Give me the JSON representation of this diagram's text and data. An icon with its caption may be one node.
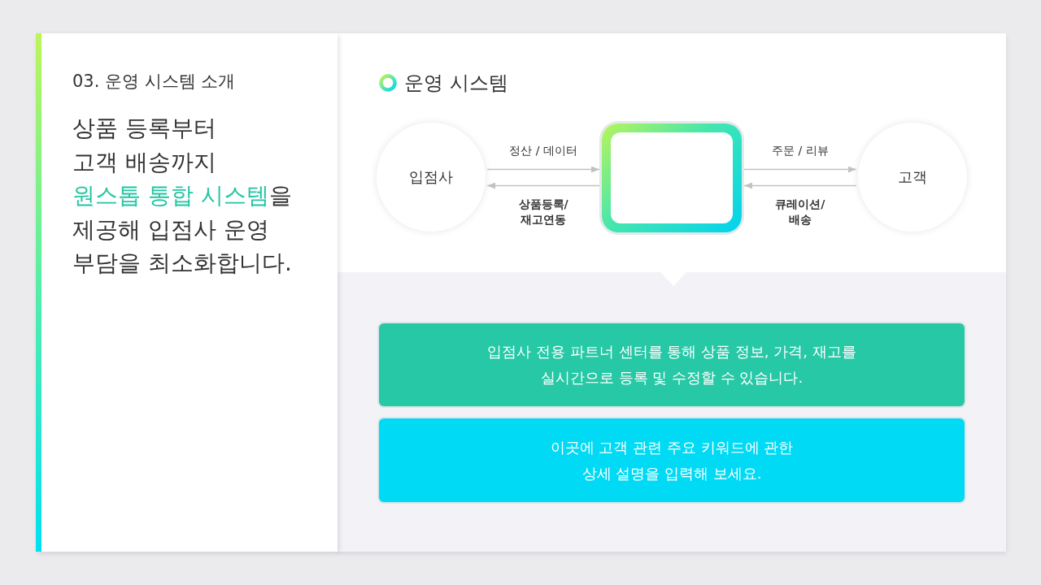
{
  "diagram": {
    "title": "운영 시스템",
    "nodes": [
      {
        "text": [
          "입점사"
        ]
      },
      {
        "text": [],
        "shape": "box"
      },
      {
        "text": [
          "고객"
        ]
      },
      {
        "text": [
          "입점사 전용 파트너 센터를 통해 상품 정보, 가격, 재고를 실시간으로 등록 및 수정할 수 있습니다."
        ]
      },
      {
        "text": [
          "이곳에 고객 관련 주요 키워드에 관한 상세 설명을 입력해 보세요."
        ]
      }
    ],
    "edges": [
      {
        "from": 0,
        "to": 1,
        "arrow": "to",
        "label": "정산 / 데이터"
      },
      {
        "from": 1,
        "to": 0,
        "arrow": "to",
        "label": "상품등록/ 재고연동"
      },
      {
        "from": 1,
        "to": 2,
        "arrow": "to",
        "label": "주문 / 리뷰"
      },
      {
        "from": 2,
        "to": 1,
        "arrow": "to",
        "label": "큐레이션/ 배송"
      }
    ],
    "labels": [
      "03. 운영 시스템 소개",
      "상품 등록부터 고객 배송까지 **원스톱 통합 시스템**을 제공해 입점사 운영 부담을 최소화합니다."
    ]
  }
}
